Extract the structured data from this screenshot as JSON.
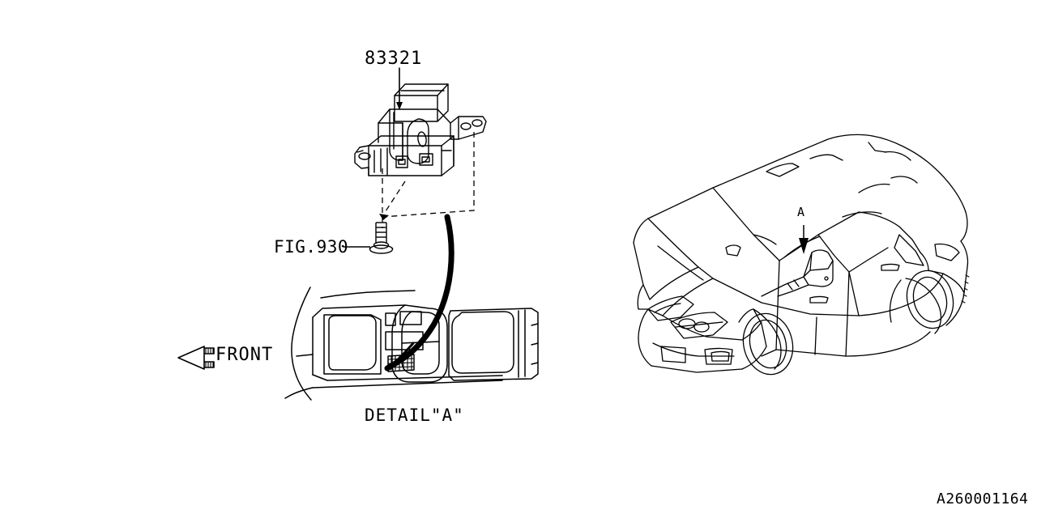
{
  "diagram": {
    "id": "A260001164",
    "background_color": "#ffffff",
    "line_color": "#000000",
    "part_number": "83321",
    "figure_reference": "FIG.930",
    "front_arrow_label": "FRONT",
    "detail_caption": "DETAIL\"A\"",
    "vehicle_callout": "A"
  },
  "views": {
    "switch_assembly": {
      "name": "console switch assembly",
      "label": "83321"
    },
    "fastener": {
      "name": "mounting screw",
      "label": "FIG.930"
    },
    "detail_view": {
      "name": "center console detail",
      "caption": "DETAIL\"A\""
    },
    "vehicle_view": {
      "name": "vehicle overview",
      "callout": "A"
    },
    "orientation": {
      "name": "front direction indicator",
      "label": "FRONT"
    }
  }
}
